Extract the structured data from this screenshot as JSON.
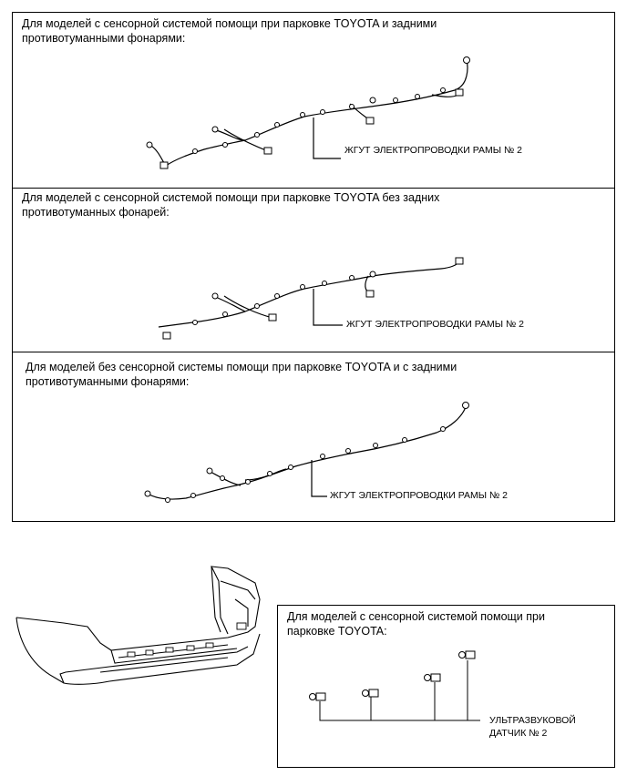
{
  "panels": [
    {
      "caption": "Для моделей с сенсорной системой помощи при парковке TOYOTA и задними противотуманными фонарями:",
      "label": "ЖГУТ ЭЛЕКТРОПРОВОДКИ РАМЫ № 2"
    },
    {
      "caption": "Для моделей с сенсорной системой помощи при парковке TOYOTA без задних противотуманных фонарей:",
      "label": "ЖГУТ ЭЛЕКТРОПРОВОДКИ РАМЫ № 2"
    },
    {
      "caption": "Для моделей без сенсорной системы помощи при парковке TOYOTA и с задними противотуманными фонарями:",
      "label": "ЖГУТ ЭЛЕКТРОПРОВОДКИ РАМЫ № 2"
    }
  ],
  "sensor_box": {
    "caption": "Для моделей с сенсорной системой помощи при парковке TOYOTA:",
    "label": "УЛЬТРАЗВУКОВОЙ ДАТЧИК № 2"
  }
}
